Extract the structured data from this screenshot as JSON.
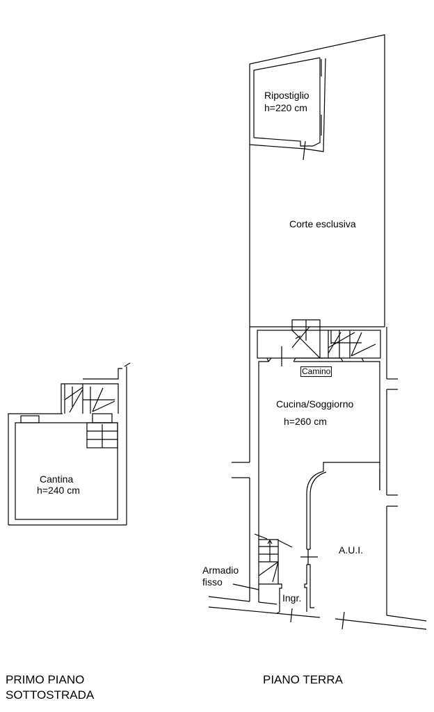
{
  "piano_terra": {
    "title": "PIANO TERRA",
    "rooms": {
      "ripostiglio": "Ripostiglio",
      "ripostiglio_h": "h=220 cm",
      "corte": "Corte esclusiva",
      "camino": "Camino",
      "cucina": "Cucina/Soggiorno",
      "cucina_h": "h=260 cm",
      "aui": "A.U.I.",
      "armadio_1": "Armadio",
      "armadio_2": "fisso",
      "ingresso": "Ingr."
    }
  },
  "sottostrada": {
    "title_1": "PRIMO PIANO",
    "title_2": "SOTTOSTRADA",
    "rooms": {
      "cantina": "Cantina",
      "cantina_h": "h=240 cm"
    }
  }
}
